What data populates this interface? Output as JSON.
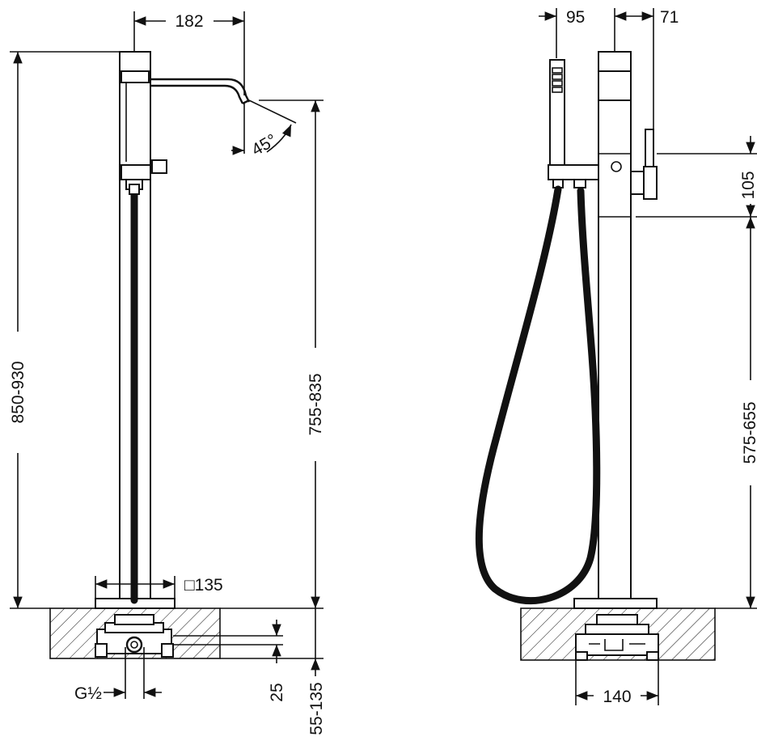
{
  "dimensions": {
    "spout_reach": "182",
    "spout_angle": "45°",
    "total_height": "850-930",
    "spout_height": "755-835",
    "base_square": "□135",
    "connection": "G½",
    "connection_offset": "25",
    "install_depth": "55-135",
    "handshower_offset": "95",
    "handle_offset": "71",
    "handle_height": "105",
    "bracket_height": "575-655",
    "box_width": "140"
  }
}
